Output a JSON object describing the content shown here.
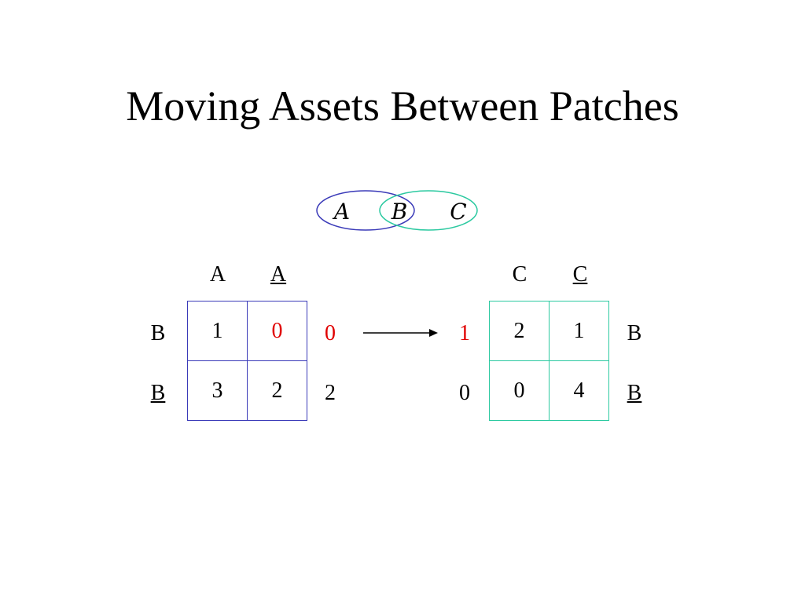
{
  "title": "Moving Assets Between Patches",
  "colors": {
    "highlight": "#E00000",
    "left_grid_border": "#3A3AB8",
    "right_grid_border": "#2BC9A0",
    "venn_left": "#3A3AB8",
    "venn_right": "#2BC9A0"
  },
  "venn": {
    "letters": [
      "A",
      "B",
      "C"
    ]
  },
  "left_table": {
    "col_headers": [
      "A",
      "A"
    ],
    "row_headers": [
      "B",
      "B"
    ],
    "cells": [
      [
        "1",
        "0"
      ],
      [
        "3",
        "2"
      ]
    ],
    "row_totals": [
      "0",
      "2"
    ]
  },
  "right_table": {
    "col_headers": [
      "C",
      "C"
    ],
    "row_headers": [
      "B",
      "B"
    ],
    "cells": [
      [
        "2",
        "1"
      ],
      [
        "0",
        "4"
      ]
    ],
    "row_totals": [
      "1",
      "0"
    ]
  }
}
